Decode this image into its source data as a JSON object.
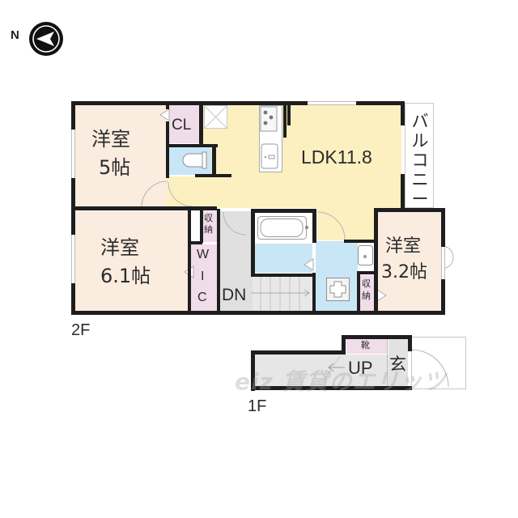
{
  "compass": {
    "letter": "N",
    "icon": "north-arrow-icon"
  },
  "floors": {
    "f2": {
      "label": "2F",
      "rooms": {
        "western_5": {
          "name": "洋室",
          "size": "5帖"
        },
        "closet": {
          "name": "CL"
        },
        "ldk": {
          "name": "LDK11.8"
        },
        "balcony": {
          "name": "バルコニー"
        },
        "western_61": {
          "name": "洋室",
          "size": "6.1帖"
        },
        "storage_1": {
          "name": "収納"
        },
        "wic": {
          "name": "WIC",
          "chars": [
            "W",
            "I",
            "C"
          ]
        },
        "stairs_down": {
          "name": "DN"
        },
        "western_32": {
          "name": "洋室",
          "size": "3.2帖"
        },
        "storage_2": {
          "name": "収納"
        }
      }
    },
    "f1": {
      "label": "1F",
      "rooms": {
        "shoe_storage": {
          "name": "靴"
        },
        "entrance": {
          "name": "玄"
        },
        "stairs_up": {
          "name": "UP"
        }
      }
    }
  },
  "watermark": {
    "text": "eiz 賃貸のエリッツ"
  },
  "colors": {
    "western": "#fbece0",
    "ldk": "#fcf0c0",
    "closet": "#f1dcea",
    "wet": "#c8e6f6",
    "hall": "#e0e0e0",
    "wall": "#1e1e1e"
  }
}
